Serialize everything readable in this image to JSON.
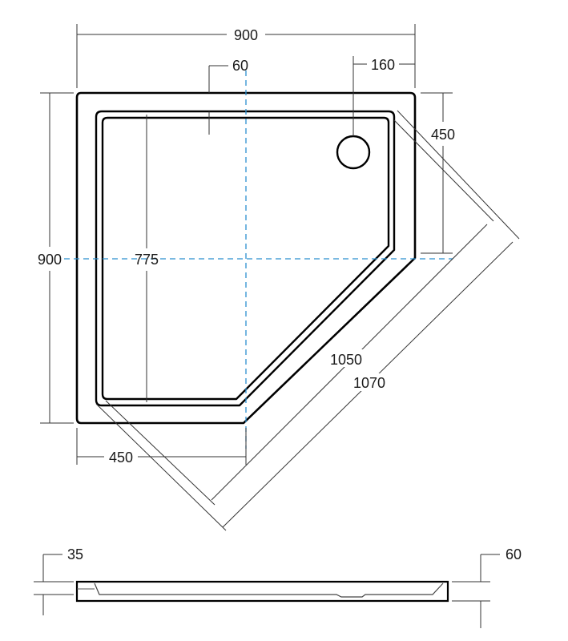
{
  "plan_view": {
    "dimensions": {
      "overall_width": "900",
      "overall_depth": "900",
      "rim_width": "60",
      "drain_offset_x": "160",
      "drain_offset_y": "450",
      "inner_depth": "775",
      "side_length": "450",
      "diagonal_inner": "1050",
      "diagonal_outer": "1070"
    }
  },
  "profile_view": {
    "dimensions": {
      "depth": "35",
      "height": "60"
    }
  },
  "colors": {
    "outline": "#000000",
    "dimension_lines": "#333333",
    "center_lines": "#2b8fcf"
  }
}
